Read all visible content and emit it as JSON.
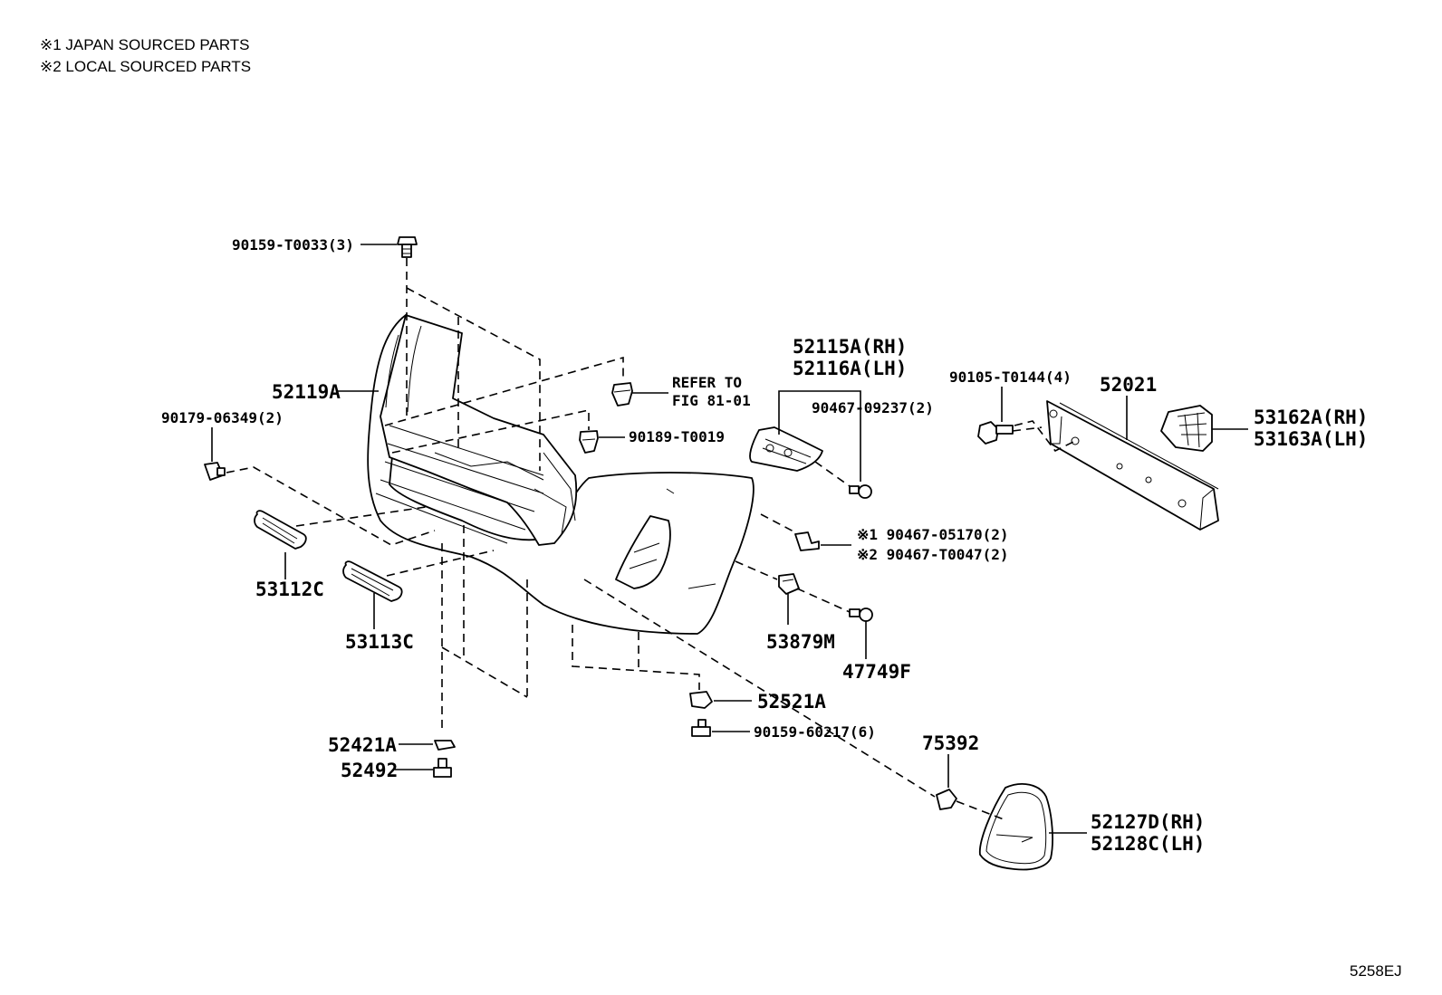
{
  "legend": {
    "note1": "※1 JAPAN SOURCED PARTS",
    "note2": "※2 LOCAL SOURCED PARTS"
  },
  "labels": {
    "p90159_t0033": "90159-T0033(3)",
    "p52119a": "52119A",
    "p90179_06349": "90179-06349(2)",
    "refer_to": "REFER TO",
    "fig_81_01": "FIG 81-01",
    "p90189_t0019": "90189-T0019",
    "p52115a": "52115A(RH)",
    "p52116a": "52116A(LH)",
    "p90467_09237": "90467-09237(2)",
    "p90105_t0144": "90105-T0144(4)",
    "p52021": "52021",
    "p53162a": "53162A(RH)",
    "p53163a": "53163A(LH)",
    "p90467_05170": "※1 90467-05170(2)",
    "p90467_t0047": "※2 90467-T0047(2)",
    "p53112c": "53112C",
    "p53113c": "53113C",
    "p53879m": "53879M",
    "p47749f": "47749F",
    "p52521a": "52521A",
    "p90159_60217": "90159-60217(6)",
    "p75392": "75392",
    "p52421a": "52421A",
    "p52492": "52492",
    "p52127d": "52127D(RH)",
    "p52128c": "52128C(LH)",
    "figure_code": "5258EJ"
  }
}
